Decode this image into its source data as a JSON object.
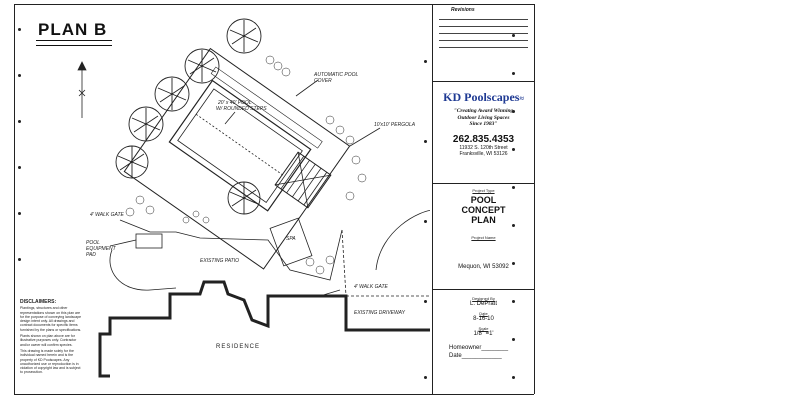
{
  "plan": {
    "title": "PLAN B",
    "labels": {
      "auto_cover": "AUTOMATIC POOL COVER",
      "pool": "20' x 40' POOL",
      "pool_sub": "W/ ROUNDED STEPS",
      "pergola": "10'x10' PERGOLA",
      "walk_gate_left": "4' WALK GATE",
      "equipment_pad": "POOL EQUIPMENT PAD",
      "existing_patio": "EXISTING PATIO",
      "walk_gate_right": "4' WALK GATE",
      "driveway": "EXISTING DRIVEWAY",
      "residence": "RESIDENCE",
      "spa": "SPA"
    },
    "disclaimer": {
      "heading": "DISCLAIMERS:",
      "text1": "Plantings, structures and other representations shown on this plan are for the purpose of conveying landscape design intent only. All drawings and contract documents for specific items furnished by the plans or specifications.",
      "text2": "Plants shown on plan above are for illustrative purposes only. Contractor and/or owner will confirm species.",
      "text3": "This drawing is made solely for the individual named herein and is the property of KD Poolscapes. Any unauthorized use or reproduction is in violation of copyright law and is subject to prosecution."
    }
  },
  "title_block": {
    "revisions_label": "Revisions",
    "company": "KD Poolscapes",
    "tagline_1": "\"Creating Award Winning",
    "tagline_2": "Outdoor Living Spaces",
    "tagline_3": "Since 1983\"",
    "phone": "262.835.4353",
    "address_1": "11932 S. 120th Street",
    "address_2": "Franksville, WI 53126",
    "project_type_label": "Project Type",
    "project_type_1": "POOL",
    "project_type_2": "CONCEPT",
    "project_type_3": "PLAN",
    "project_name_label": "Project Name",
    "location": "Mequon, WI 53092",
    "designed_by_label": "Designed By",
    "designed_by": "L. DePratt",
    "date_label": "Date",
    "date": "8-16-10",
    "scale_label": "Scale",
    "scale": "1/8\" =1'",
    "homeowner_label": "Homeowner",
    "homeowner_date_label": "Date"
  },
  "colors": {
    "ink": "#111111",
    "paper": "#ffffff",
    "logo_blue": "#1f3a93"
  },
  "icons": {
    "north_arrow": "north-arrow-icon",
    "logo_waves": "wave-icon"
  }
}
